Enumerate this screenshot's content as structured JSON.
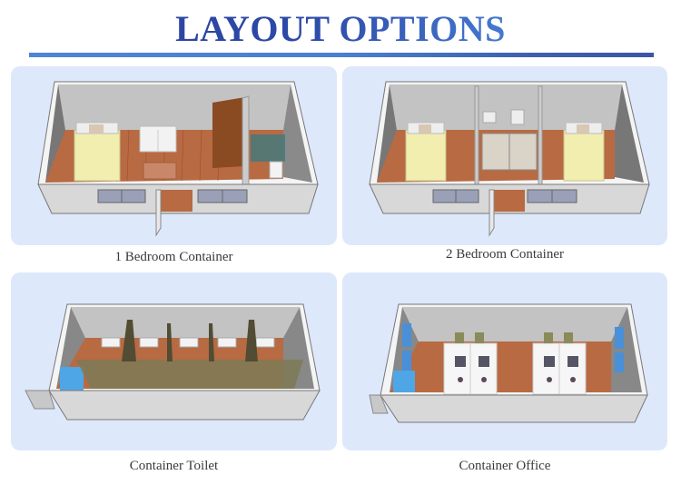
{
  "header": {
    "title": "LAYOUT OPTIONS"
  },
  "colors": {
    "title_dark": "#2a3f9a",
    "title_light": "#5a93e0",
    "rule": "#4a7fd2",
    "panel_bg": "#dde8fb",
    "wall": "#b9b9b9",
    "floor": "#b5643c",
    "caption": "#3a3a3a"
  },
  "layouts": [
    {
      "caption": "1 Bedroom Container",
      "illustration": "one-bedroom-container-3d-render"
    },
    {
      "caption": "2 Bedroom Container",
      "illustration": "two-bedroom-container-3d-render"
    },
    {
      "caption": "Container Toilet",
      "illustration": "container-toilet-3d-render"
    },
    {
      "caption": "Container Office",
      "illustration": "container-office-3d-render"
    }
  ]
}
